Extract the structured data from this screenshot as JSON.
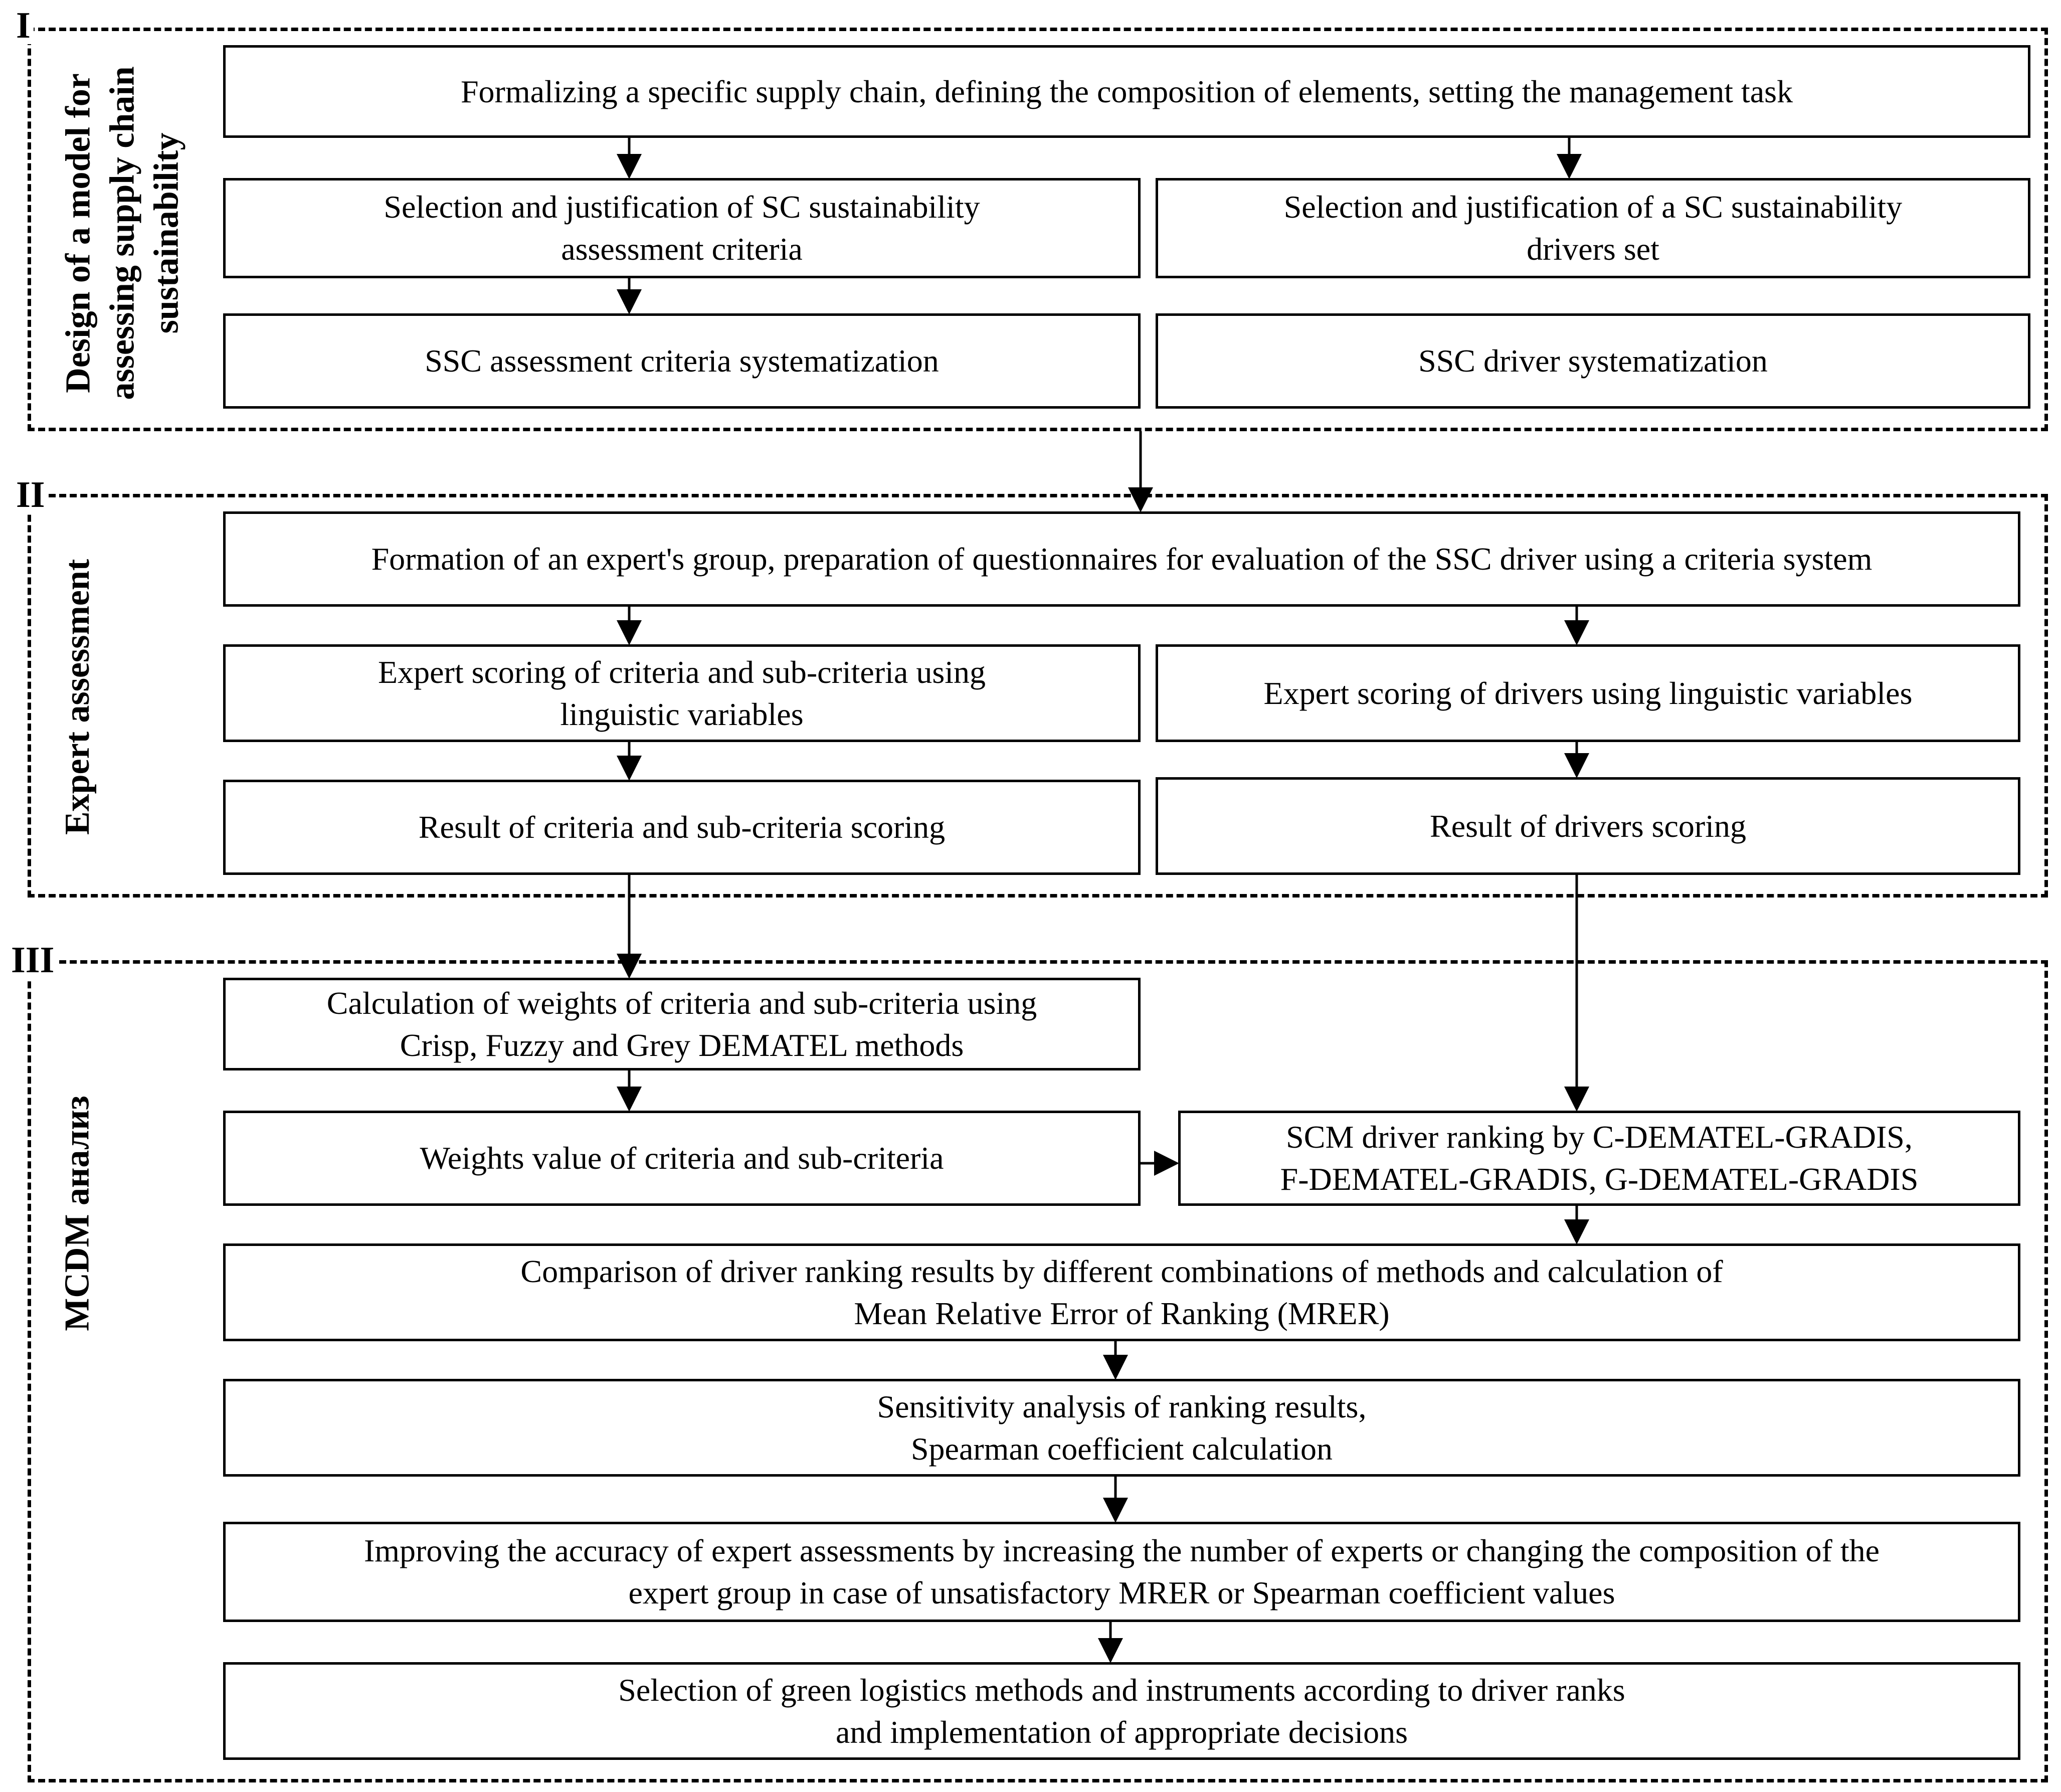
{
  "sections": [
    {
      "numeral": "I",
      "side_label_lines": [
        "Design of a model for",
        "assessing supply chain",
        "sustainability"
      ]
    },
    {
      "numeral": "II",
      "side_label_lines": [
        "Expert assessment"
      ]
    },
    {
      "numeral": "III",
      "side_label_lines": [
        "MCDM анализ"
      ]
    }
  ],
  "boxes": {
    "formalizing": [
      "Formalizing a specific supply chain, defining the composition of elements, setting the management task"
    ],
    "criteria_selection": [
      "Selection and justification of SC sustainability",
      "assessment criteria"
    ],
    "drivers_selection": [
      "Selection and justification of a SC sustainability",
      "drivers set"
    ],
    "criteria_systematization": [
      "SSC assessment criteria systematization"
    ],
    "driver_systematization": [
      "SSC driver systematization"
    ],
    "expert_group": [
      "Formation of an expert's group, preparation of questionnaires for evaluation of the SSC driver using a criteria system"
    ],
    "criteria_scoring": [
      "Expert scoring of criteria and sub-criteria using",
      "linguistic variables"
    ],
    "drivers_scoring": [
      "Expert scoring of drivers using linguistic variables"
    ],
    "criteria_result": [
      "Result of criteria and sub-criteria scoring"
    ],
    "drivers_result": [
      "Result of drivers scoring"
    ],
    "weights_calc": [
      "Calculation of weights of criteria and sub-criteria using",
      "Crisp, Fuzzy and Grey DEMATEL methods"
    ],
    "weights_value": [
      "Weights value of criteria and sub-criteria"
    ],
    "driver_ranking": [
      "SCM driver ranking by C-DEMATEL-GRADIS,",
      "F-DEMATEL-GRADIS, G-DEMATEL-GRADIS"
    ],
    "comparison": [
      "Comparison of driver ranking results by different combinations of methods and calculation of",
      "Mean Relative Error of Ranking (MRER)"
    ],
    "sensitivity": [
      "Sensitivity analysis of ranking results,",
      "Spearman coefficient calculation"
    ],
    "improving": [
      "Improving the accuracy of expert assessments by increasing the number of experts or changing the composition of the",
      "expert group in case of unsatisfactory MRER or Spearman coefficient values"
    ],
    "selection_green": [
      "Selection of green logistics methods and instruments according to driver ranks",
      "and implementation of appropriate decisions"
    ]
  }
}
